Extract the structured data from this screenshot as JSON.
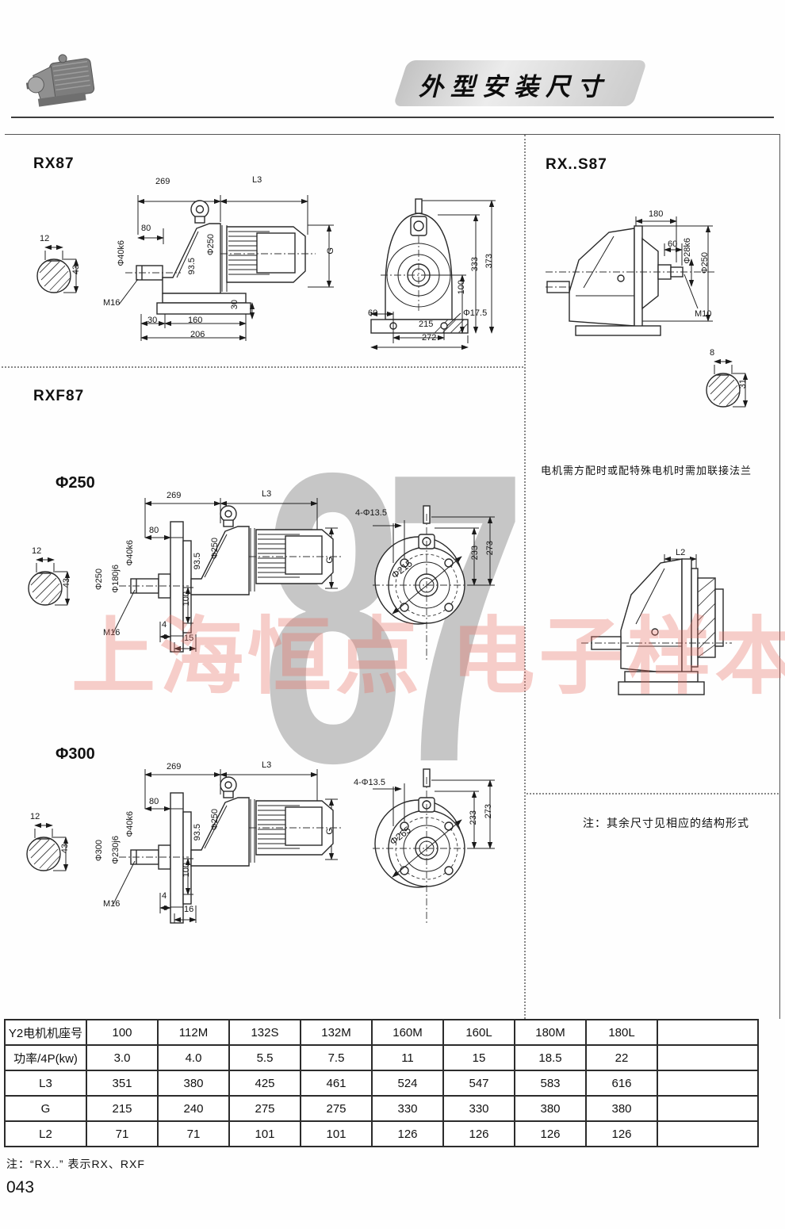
{
  "header": {
    "title": "外型安装尺寸"
  },
  "watermark": {
    "big": "87",
    "text": "上海恒点 电子样本"
  },
  "rx87": {
    "label": "RX87",
    "d269": "269",
    "l3": "L3",
    "d80": "80",
    "shaft": "Φ40k6",
    "d935": "93.5",
    "d250": "Φ250",
    "g": "G",
    "key12": "12",
    "key43": "43",
    "m16": "M16",
    "b30a": "30",
    "b160": "160",
    "b30b": "30",
    "b206": "206",
    "front": {
      "h373": "373",
      "h333": "333",
      "h100": "100",
      "d60": "60",
      "d215": "215",
      "hole": "Φ17.5",
      "w272": "272"
    }
  },
  "rxs87": {
    "label": "RX..S87",
    "d180": "180",
    "d60": "60",
    "shaft": "Φ28k6",
    "d250": "Φ250",
    "m10": "M10",
    "key8": "8",
    "key31": "31",
    "note": "电机需方配时或配特殊电机时需加联接法兰"
  },
  "rxf87": {
    "label": "RXF87"
  },
  "f250": {
    "label": "Φ250",
    "d269": "269",
    "l3": "L3",
    "d80": "80",
    "shaft": "Φ40k6",
    "fl180": "Φ180j6",
    "fl250": "Φ250",
    "d935": "93.5",
    "d250": "Φ250",
    "d100": "100",
    "key12": "12",
    "key43": "43",
    "m16": "M16",
    "d4": "4",
    "d15": "15",
    "g": "G",
    "front": {
      "holes": "4-Φ13.5",
      "h233": "233",
      "h273": "273",
      "bolt": "Φ215"
    }
  },
  "f300": {
    "label": "Φ300",
    "d269": "269",
    "l3": "L3",
    "d80": "80",
    "shaft": "Φ40k6",
    "fl230": "Φ230j6",
    "fl300": "Φ300",
    "d935": "93.5",
    "d250": "Φ250",
    "d100": "100",
    "key12": "12",
    "key43": "43",
    "m16": "M16",
    "d4": "4",
    "d16": "16",
    "g": "G",
    "front": {
      "holes": "4-Φ13.5",
      "h233": "233",
      "h273": "273",
      "bolt": "Φ265"
    }
  },
  "l2view": {
    "l2": "L2"
  },
  "note_right": "注：其余尺寸见相应的结构形式",
  "table": {
    "rows": [
      {
        "label": "Y2电机机座号",
        "cells": [
          "100",
          "112M",
          "132S",
          "132M",
          "160M",
          "160L",
          "180M",
          "180L"
        ]
      },
      {
        "label": "功率/4P(kw)",
        "cells": [
          "3.0",
          "4.0",
          "5.5",
          "7.5",
          "11",
          "15",
          "18.5",
          "22"
        ]
      },
      {
        "label": "L3",
        "cells": [
          "351",
          "380",
          "425",
          "461",
          "524",
          "547",
          "583",
          "616"
        ]
      },
      {
        "label": "G",
        "cells": [
          "215",
          "240",
          "275",
          "275",
          "330",
          "330",
          "380",
          "380"
        ]
      },
      {
        "label": "L2",
        "cells": [
          "71",
          "71",
          "101",
          "101",
          "126",
          "126",
          "126",
          "126"
        ]
      }
    ]
  },
  "footer": {
    "note": "注：“RX..” 表示RX、RXF",
    "page": "043"
  }
}
